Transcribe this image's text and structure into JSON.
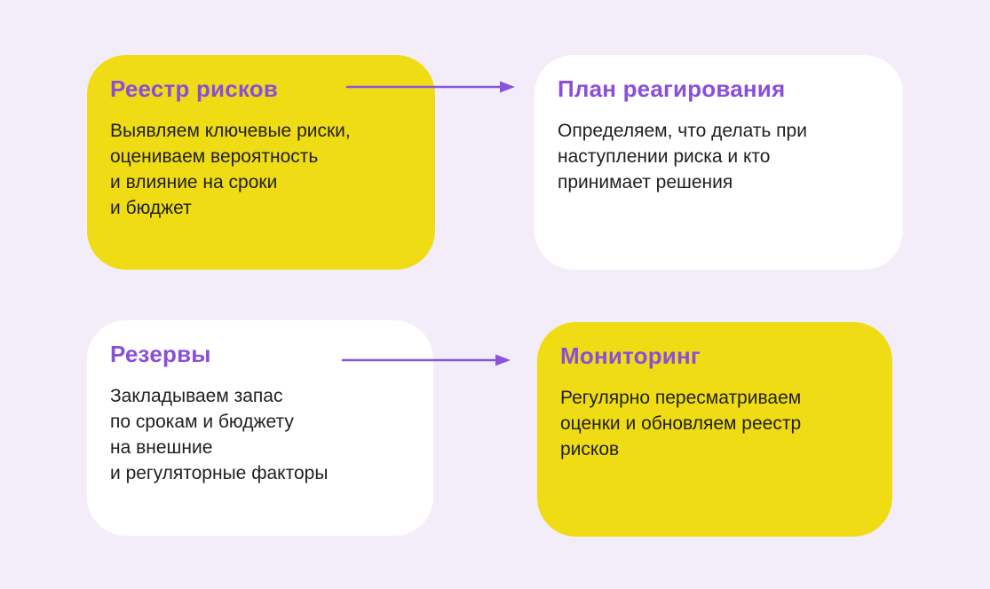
{
  "colors": {
    "background": "#F3EDFA",
    "card-yellow": "#F0DC14",
    "card-white": "#FFFFFF",
    "title": "#8A4FD9",
    "arrow": "#8756D8",
    "body-text": "#1F1F1F"
  },
  "cards": [
    {
      "id": "risk-register",
      "variant": "yellow",
      "title": "Реестр рисков",
      "body": "Выявляем ключевые риски,\nоцениваем вероятность\nи влияние на сроки\nи бюджет"
    },
    {
      "id": "response-plan",
      "variant": "white",
      "title": "План реагирования",
      "body": "Определяем, что делать при\nнаступлении риска и кто\nпринимает решения"
    },
    {
      "id": "reserves",
      "variant": "white",
      "title": "Резервы",
      "body": "Закладываем запас\nпо срокам и бюджету\nна внешние\nи регуляторные факторы"
    },
    {
      "id": "monitoring",
      "variant": "yellow",
      "title": "Мониторинг",
      "body": "Регулярно пересматриваем\nоценки и обновляем реестр\nрисков"
    }
  ]
}
